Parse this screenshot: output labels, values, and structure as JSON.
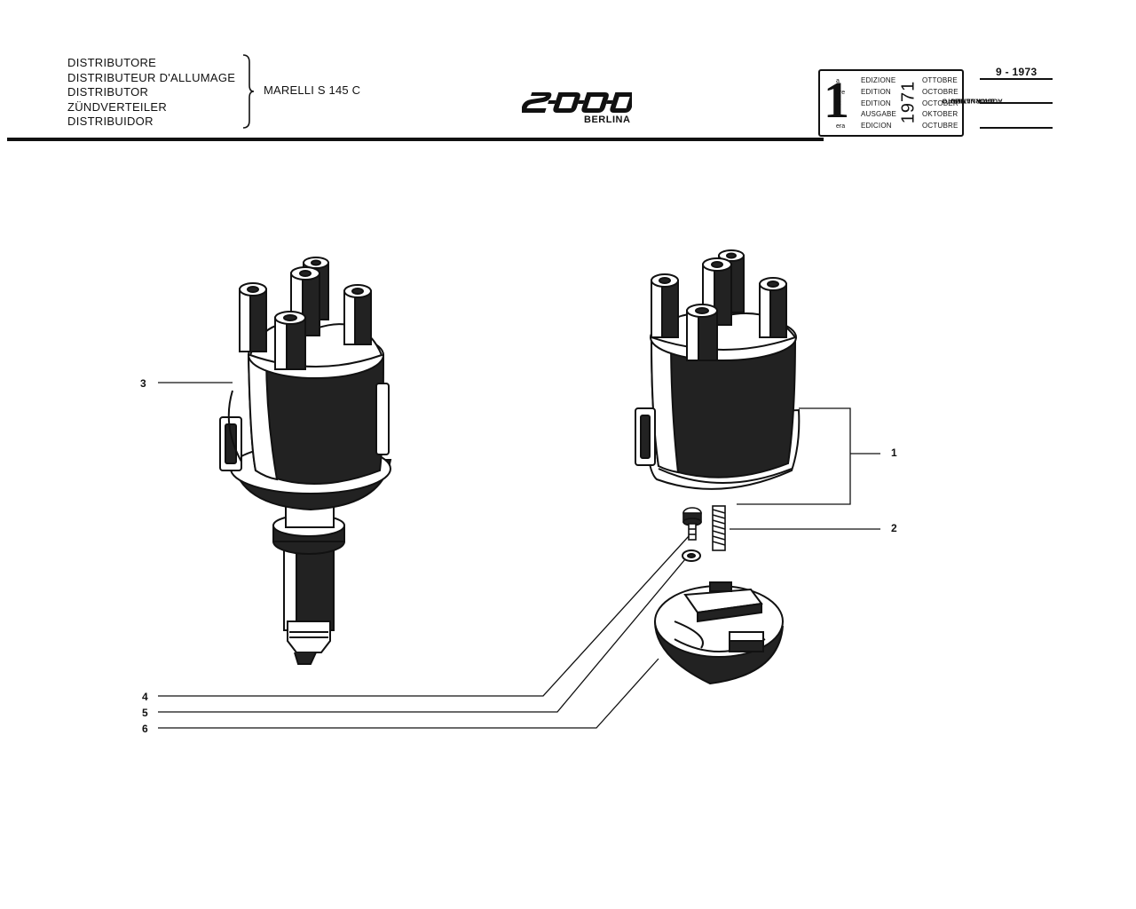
{
  "header": {
    "titles": [
      "DISTRIBUTORE",
      "DISTRIBUTEUR D'ALLUMAGE",
      "DISTRIBUTOR",
      "ZÜNDVERTEILER",
      "DISTRIBUIDOR"
    ],
    "model": "MARELLI S 145 C",
    "logo_text": "2000",
    "subtitle": "BERLINA"
  },
  "edition_box": {
    "number": "1",
    "ordinals": [
      "a",
      "ere",
      "st",
      ".",
      "era"
    ],
    "edition_words": [
      "EDIZIONE",
      "EDITION",
      "EDITION",
      "AUSGABE",
      "EDICION"
    ],
    "year": "1971",
    "months": [
      "OTTOBRE",
      "OCTOBRE",
      "OCTOBER",
      "OKTOBER",
      "OCTUBRE"
    ],
    "update_label_1": "DATA ULTIMO",
    "update_label_2": "AGGIORNAMENTO",
    "last_update": "9 - 1973"
  },
  "callouts": [
    "1",
    "2",
    "3",
    "4",
    "5",
    "6"
  ],
  "colors": {
    "ink": "#111111",
    "paper": "#ffffff",
    "shade": "#222222"
  }
}
